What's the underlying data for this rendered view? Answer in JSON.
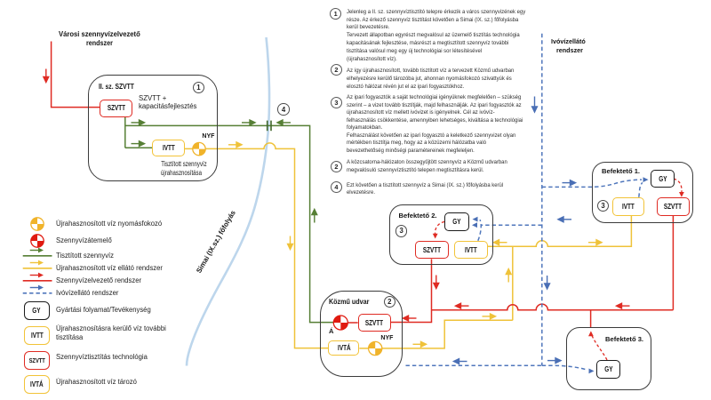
{
  "colors": {
    "wastewater_red": "#DF2B23",
    "treated_green": "#567F35",
    "reuse_yellow": "#EFC239",
    "drinking_blue": "#5077BC",
    "river_blue": "#BDD6EC",
    "box_outline": "#3b3b3b"
  },
  "titles": {
    "city_sewer_line1": "Városi szennyvízelvezető",
    "city_sewer_line2": "rendszer",
    "drinking_line1": "Ivóvízellátó",
    "drinking_line2": "rendszer"
  },
  "river": {
    "label": "Simai (IX.sz.) főfolyás"
  },
  "outfall_badge": "4",
  "plant2": {
    "title": "II. sz. SZVTT",
    "badge": "1",
    "szvtt": "SZVTT",
    "subtitle_line1": "SZVTT +",
    "subtitle_line2": "kapacitásfejlesztés",
    "ivtt": "IVTT",
    "nyf": "NYF",
    "caption_line1": "Tisztított szennyvíz",
    "caption_line2": "újrahasznosítása"
  },
  "kozmu": {
    "title": "Közmű udvar",
    "badge": "2",
    "pump": "Á",
    "szvtt": "SZVTT",
    "ivta": "IVTÁ",
    "nyf": "NYF"
  },
  "investor1": {
    "title": "Befektető 1.",
    "badge": "3",
    "gy": "GY",
    "ivtt": "IVTT",
    "szvtt": "SZVTT"
  },
  "investor2": {
    "title": "Befektető 2.",
    "badge": "3",
    "gy": "GY",
    "szvtt": "SZVTT",
    "ivtt": "IVTT"
  },
  "investor3": {
    "title": "Befektető 3.",
    "gy": "GY"
  },
  "notes": [
    {
      "num": "1",
      "lines": [
        "Jelenleg a II. sz. szennyvíztisztító telepre érkezik a város szennyvizének egy",
        "része. Az érkező szennyvíz tisztítást követően a Simai (IX. sz.) főfolyásba",
        "kerül bevezetésre.",
        "Tervezett állapotban egyrészt megvalósul az üzemelő tisztítás technológia",
        "kapacitásának fejlesztése, másrészt a megtisztított szennyvíz további",
        "tisztítása valósul meg egy új technológiai sor létesítésével",
        "(újrahasznosított víz)."
      ]
    },
    {
      "num": "2",
      "lines": [
        "Az így újrahasznosított, tovább tisztított víz a tervezett Közmű udvarban",
        "elhelyezésre kerülő tározóba jut, ahonnan nyomásfokozó szivattyúk és",
        "elosztó hálózat révén jut el az ipari fogyasztókhoz."
      ]
    },
    {
      "num": "3",
      "lines": [
        "Az ipari fogyasztók a saját technológiai igényüknek megfelelően – szükség",
        "szerint – a vizet tovább tisztítják, majd felhasználják. Az ipari fogyasztók az",
        "újrahasznosított víz mellett ivóvizet is igényelnek. Cél az ivóvíz-",
        "felhasználás csökkentése, amennyiben lehetséges, kiváltása a technológiai",
        "folyamatokban.",
        "Felhasználást követően az ipari fogyasztó a keletkező szennyvizet olyan",
        "mértékben tisztítja meg, hogy az a közüzemi hálózatba való",
        "bevezethetőség minőségi paramétereinek megfeleljen."
      ]
    },
    {
      "num": "2",
      "lines": [
        "A közcsatorna-hálózaton összegyűjtött szennyvíz a Közmű udvarban",
        "megvalósuló szennyvíztisztító telepen megtisztításra kerül."
      ]
    },
    {
      "num": "4",
      "lines": [
        "Ezt követően a tisztított szennyvíz a Simai (IX. sz.) főfolyásba kerül",
        "elvezetésre."
      ]
    }
  ],
  "legend": {
    "items": [
      {
        "kind": "pump-yellow",
        "label": "Újrahasznosított víz nyomásfokozó"
      },
      {
        "kind": "pump-red",
        "label": "Szennyvízátemelő"
      },
      {
        "kind": "arrow-green",
        "label": "Tisztított szennyvíz"
      },
      {
        "kind": "arrow-yellow",
        "label": "Újrahasznosított víz ellátó rendszer"
      },
      {
        "kind": "arrow-red",
        "label": "Szennyvízelvezető rendszer"
      },
      {
        "kind": "arrow-blue-dashed",
        "label": "Ivóvízellátó rendszer"
      },
      {
        "kind": "box-black",
        "box_label": "GY",
        "label": "Gyártási folyamat/Tevékenység"
      },
      {
        "kind": "box-yellow",
        "box_label": "IVTT",
        "label": "Újrahasznosításra kerülő víz további",
        "label2": "tisztítása"
      },
      {
        "kind": "box-red",
        "box_label": "SZVTT",
        "label": "Szennyvíztisztítás technológia"
      },
      {
        "kind": "box-yellow",
        "box_label": "IVTÁ",
        "label": "Újrahasznosított víz tározó"
      }
    ]
  }
}
